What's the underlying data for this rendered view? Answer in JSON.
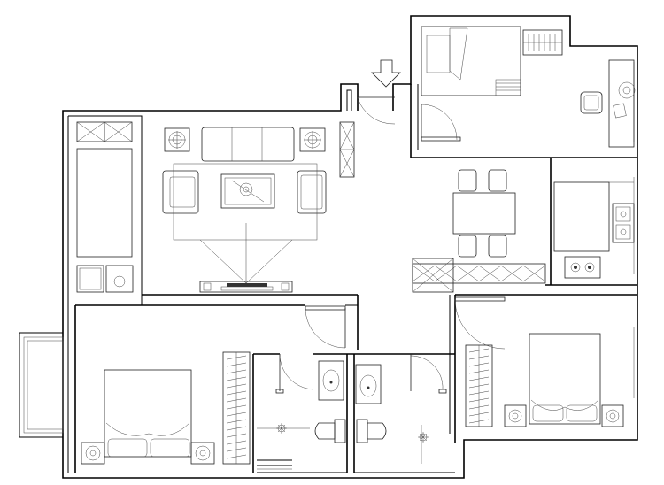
{
  "plan": {
    "rooms": [
      "living-room",
      "balcony-storage",
      "dining-area",
      "kitchen",
      "study",
      "master-bedroom",
      "second-bedroom",
      "bathroom-left",
      "bathroom-right",
      "front-balcony"
    ],
    "entrance": "entrance-arrow-icon",
    "colors": {
      "line": "#000000",
      "background": "#ffffff"
    }
  }
}
